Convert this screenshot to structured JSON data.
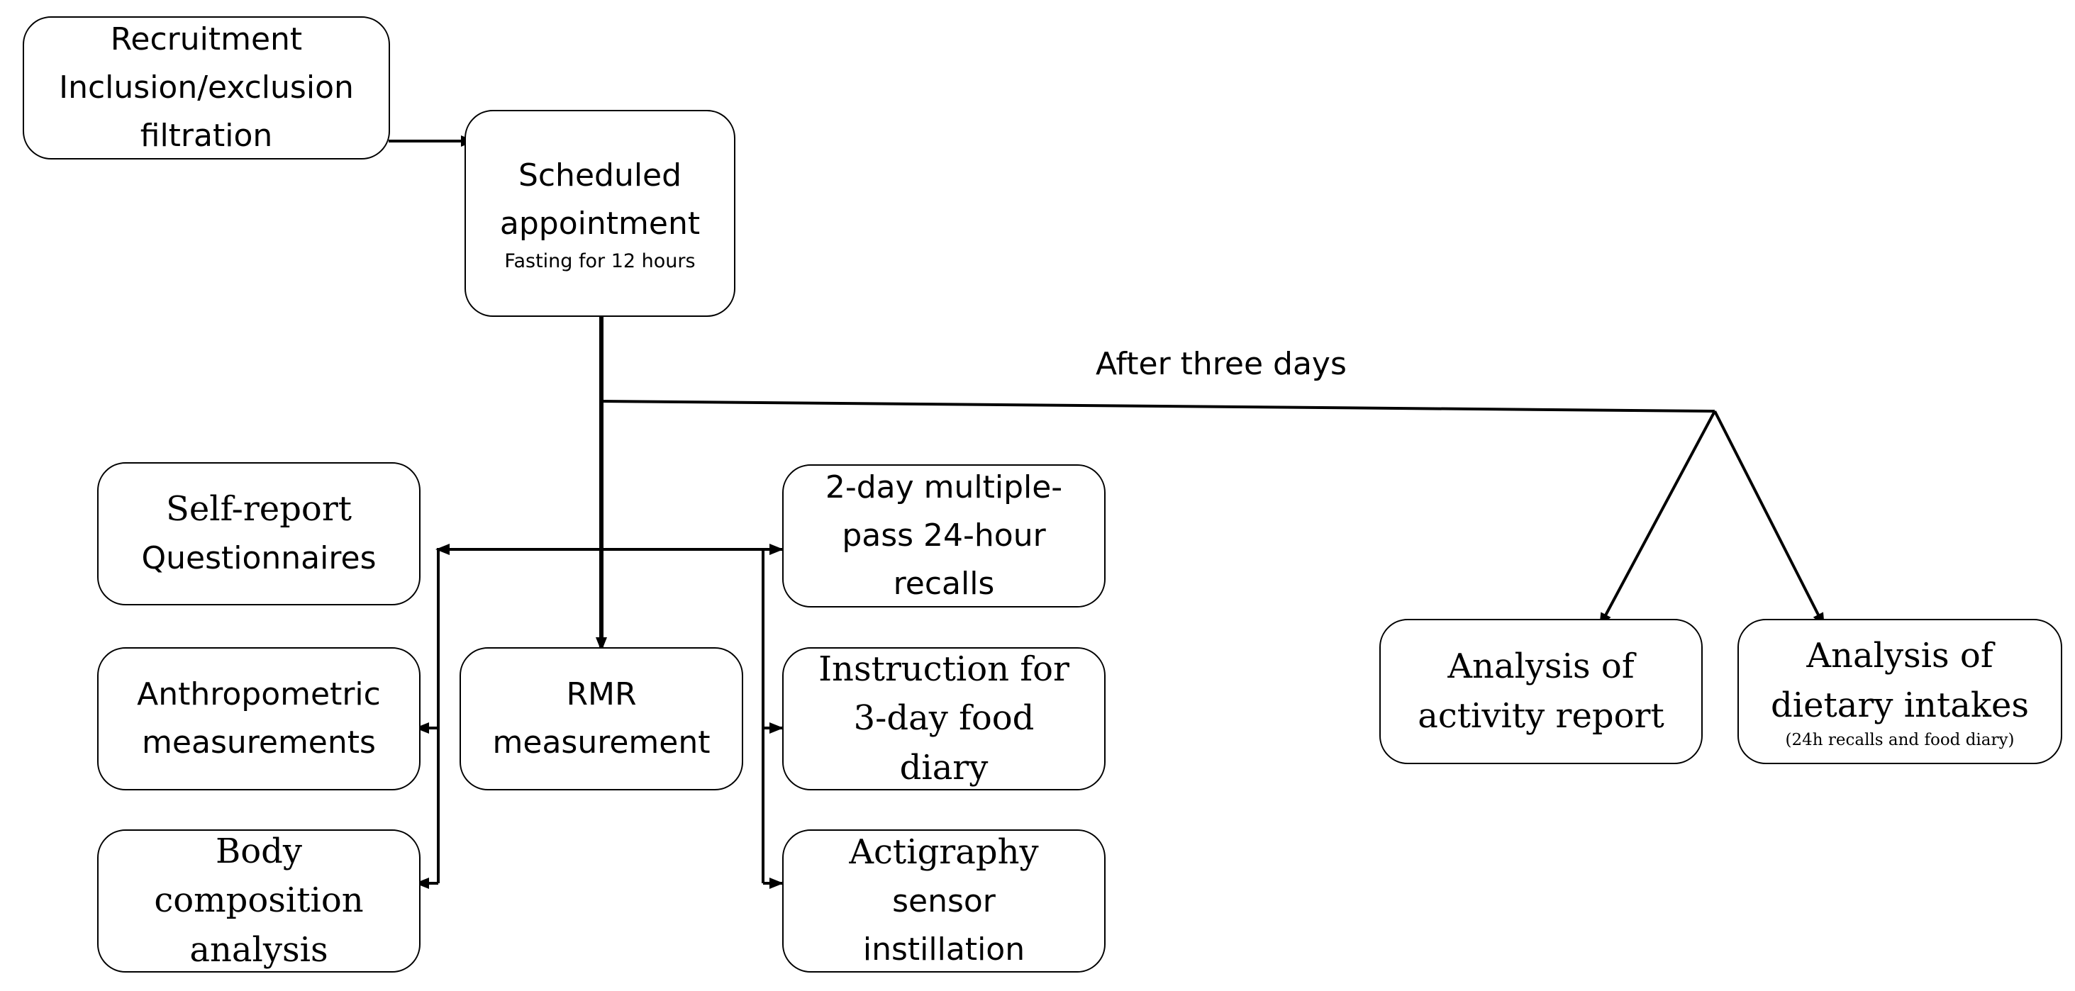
{
  "nodes": {
    "recruitment": {
      "lines": [
        "Recruitment",
        "Inclusion/exclusion",
        "filtration"
      ]
    },
    "appointment": {
      "lines": [
        "Scheduled",
        "appointment"
      ],
      "note": "Fasting for 12 hours"
    },
    "questionnaires": {
      "lines": [
        "Self-report",
        "Questionnaires"
      ]
    },
    "anthropometric": {
      "lines": [
        "Anthropometric",
        "measurements"
      ]
    },
    "body_composition": {
      "lines": [
        "Body",
        "composition",
        "analysis"
      ]
    },
    "rmr": {
      "lines": [
        "RMR",
        "measurement"
      ]
    },
    "recalls": {
      "lines": [
        "2-day multiple-",
        "pass 24-hour",
        "recalls"
      ]
    },
    "food_diary": {
      "lines": [
        "Instruction for",
        "3-day food",
        "diary"
      ]
    },
    "actigraphy": {
      "lines": [
        "Actigraphy",
        "sensor",
        "instillation"
      ]
    },
    "activity_analysis": {
      "lines": [
        "Analysis of",
        "activity  report"
      ]
    },
    "dietary_analysis": {
      "lines": [
        "Analysis of",
        "dietary intakes"
      ],
      "note": "(24h recalls and food  diary)"
    }
  },
  "edge_label": "After three days",
  "colors": {
    "stroke": "#000000",
    "background": "#ffffff"
  }
}
